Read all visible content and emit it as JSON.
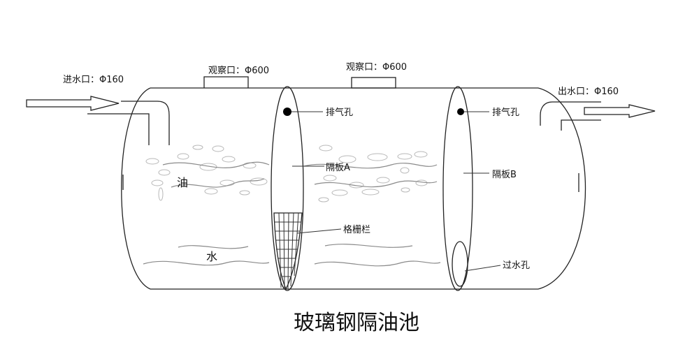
{
  "title": "玻璃钢隔油池",
  "labels": {
    "inlet": "进水口：Φ160",
    "outlet": "出水口：Φ160",
    "observation_port_1": "观察口：Φ600",
    "observation_port_2": "观察口：Φ600",
    "vent_hole_a": "排气孔",
    "vent_hole_b": "排气孔",
    "baffle_a": "隔板A",
    "baffle_b": "隔板B",
    "grille": "格栅栏",
    "overflow_hole": "过水孔",
    "oil": "油",
    "water": "水"
  },
  "colors": {
    "line": "#222222",
    "bubble": "#b8b8b8",
    "wave": "#8a8a8a",
    "text": "#111111"
  },
  "icons": {
    "inlet_arrow": "arrow-right-icon",
    "outlet_arrow": "arrow-right-icon",
    "vent_hole": "filled-dot-icon"
  }
}
